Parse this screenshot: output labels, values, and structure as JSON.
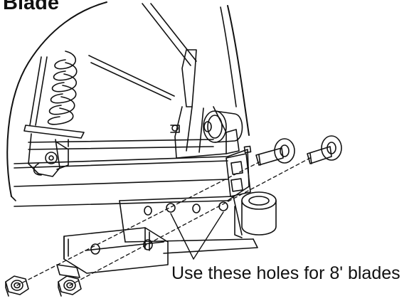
{
  "heading": {
    "text": "Blade"
  },
  "callout": {
    "text": "Use these holes for 8' blades"
  },
  "parts": {
    "bolts": [
      "carriage-bolt",
      "carriage-bolt"
    ],
    "nuts": [
      "hex-lock-nut",
      "hex-lock-nut"
    ]
  },
  "colors": {
    "line": "#111111",
    "background": "#ffffff"
  }
}
